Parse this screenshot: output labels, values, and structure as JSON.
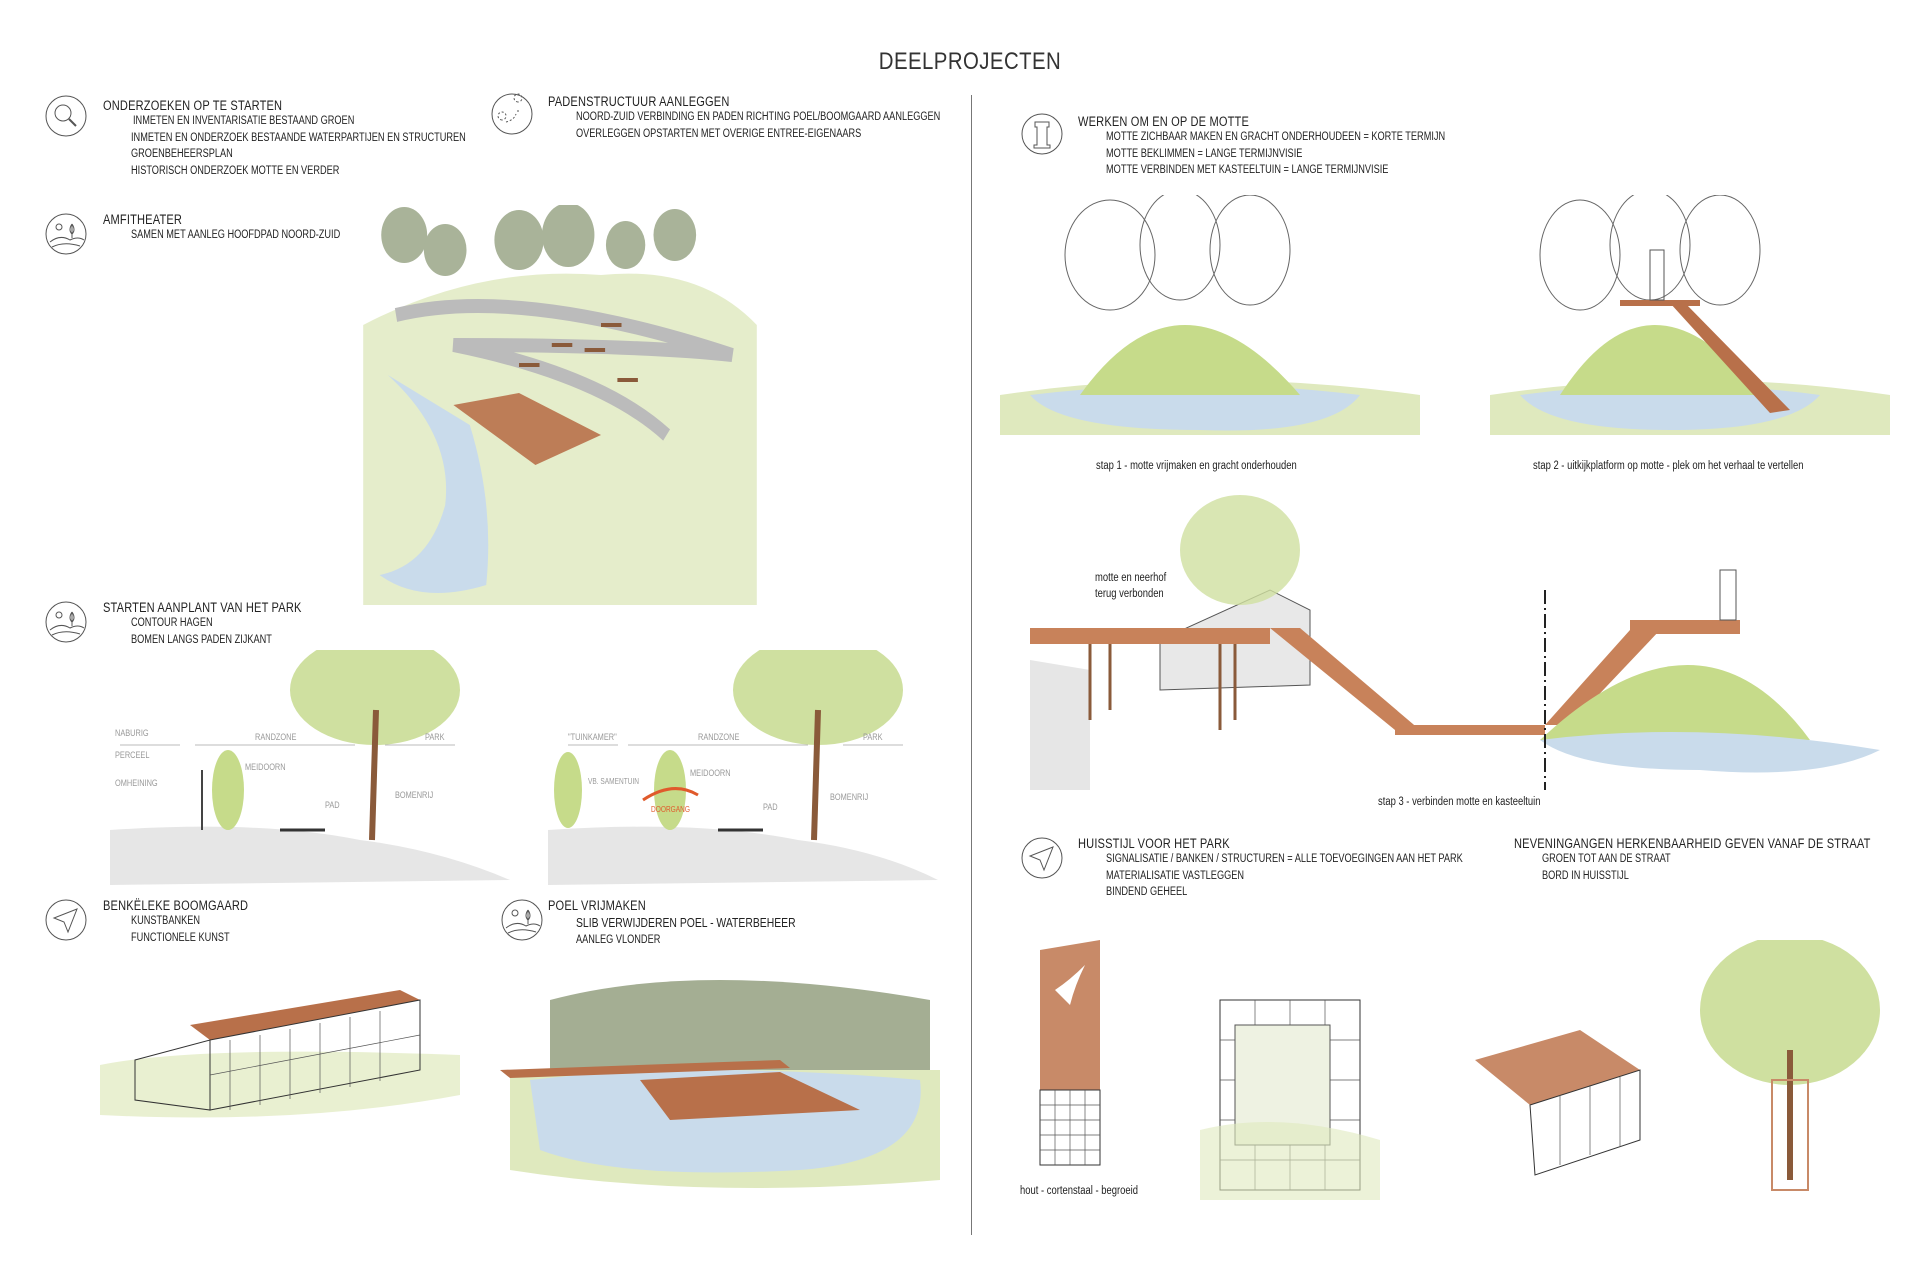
{
  "title": "DEELPROJECTEN",
  "left": {
    "onderzoeken": {
      "icon": "magnifier-icon",
      "heading": "ONDERZOEKEN OP TE STARTEN",
      "lines": [
        "INMETEN EN INVENTARISATIE BESTAAND GROEN",
        "INMETEN EN ONDERZOEK BESTAANDE WATERPARTIJEN EN STRUCTUREN",
        "GROENBEHEERSPLAN",
        "HISTORISCH ONDERZOEK MOTTE EN VERDER"
      ]
    },
    "padenstructuur": {
      "icon": "map-route-icon",
      "heading": "PADENSTRUCTUUR AANLEGGEN",
      "lines": [
        "NOORD-ZUID VERBINDING EN PADEN RICHTING POEL/BOOMGAARD AANLEGGEN",
        "OVERLEGGEN OPSTARTEN MET OVERIGE ENTREE-EIGENAARS"
      ]
    },
    "amfitheater": {
      "icon": "landscape-icon",
      "heading": "AMFITHEATER",
      "lines": [
        "SAMEN MET AANLEG HOOFDPAD NOORD-ZUID"
      ]
    },
    "aanplant": {
      "icon": "landscape-icon",
      "heading": "STARTEN AANPLANT VAN HET PARK",
      "lines": [
        "CONTOUR HAGEN",
        "BOMEN LANGS PADEN ZIJKANT"
      ]
    },
    "boomgaard": {
      "icon": "navigation-arrow-icon",
      "heading": "BENKËLEKE BOOMGAARD",
      "lines": [
        "KUNSTBANKEN",
        "FUNCTIONELE KUNST"
      ]
    },
    "poel": {
      "icon": "landscape-icon",
      "heading": "POEL VRIJMAKEN",
      "lines": [
        "SLIB VERWIJDEREN POEL - WATERBEHEER",
        "AANLEG VLONDER"
      ]
    }
  },
  "right": {
    "motte": {
      "icon": "tower-icon",
      "heading": "WERKEN OM EN OP DE MOTTE",
      "lines": [
        "MOTTE ZICHBAAR MAKEN EN GRACHT ONDERHOUDEEN = KORTE TERMIJN",
        "MOTTE BEKLIMMEN = LANGE TERMIJNVISIE",
        "MOTTE VERBINDEN MET KASTEELTUIN = LANGE TERMIJNVISIE"
      ]
    },
    "captions": {
      "stap1": "stap 1 - motte vrijmaken en gracht onderhouden",
      "stap2": "stap 2 - uitkijkplatform op motte - plek om het verhaal te vertellen",
      "stap3": "stap 3 - verbinden motte en kasteeltuin",
      "neerhof_1": "motte en neerhof",
      "neerhof_2": "terug verbonden",
      "materiaal": "hout - cortenstaal - begroeid"
    },
    "huisstijl": {
      "icon": "navigation-arrow-icon",
      "heading": "HUISSTIJL VOOR HET PARK",
      "lines": [
        "SIGNALISATIE / BANKEN / STRUCTUREN  = ALLE TOEVOEGINGEN AAN HET PARK",
        "MATERIALISATIE VASTLEGGEN",
        "BINDEND GEHEEL"
      ]
    },
    "neveningangen": {
      "heading": "NEVENINGANGEN HERKENBAARHEID GEVEN VANAF DE STRAAT",
      "lines": [
        "GROEN TOT AAN DE STRAAT",
        "BORD IN HUISSTIJL"
      ]
    }
  },
  "section_labels": {
    "a": {
      "naburig": "NABURIG",
      "perceel": "PERCEEL",
      "randzone": "RANDZONE",
      "park": "PARK",
      "omheining": "OMHEINING",
      "meidoorn": "MEIDOORN",
      "pad": "PAD",
      "bomenrij": "BOMENRIJ"
    },
    "b": {
      "tuinkamer": "\"TUINKAMER\"",
      "randzone": "RANDZONE",
      "park": "PARK",
      "samentuin": "VB. SAMENTUIN",
      "meidoorn": "MEIDOORN",
      "doorgang": "DOORGANG",
      "pad": "PAD",
      "bomenrij": "BOMENRIJ"
    }
  },
  "colors": {
    "wood": "#b8704a",
    "water": "#c9dbeb",
    "green": "#cfe0a0",
    "darkgreen": "#8d9a78",
    "accent": "#e05a2b"
  }
}
